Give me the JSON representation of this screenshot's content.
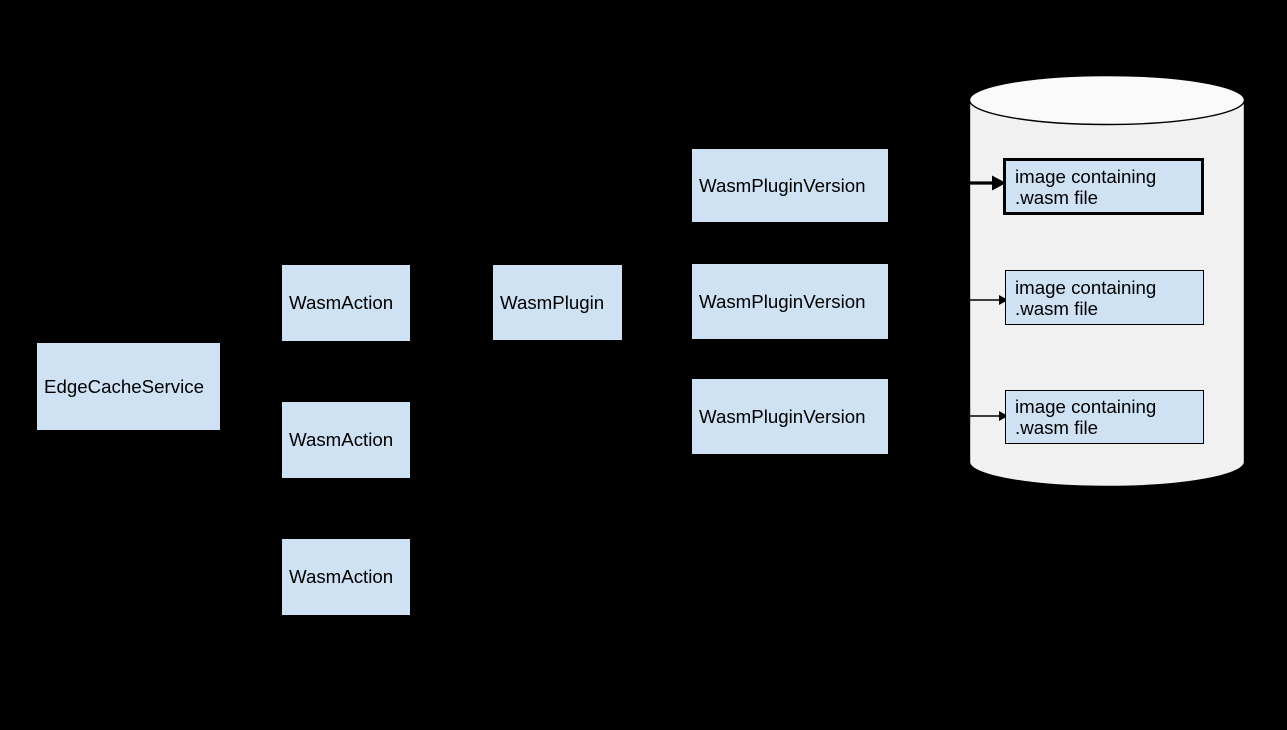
{
  "palette": {
    "background": "#000000",
    "node_fill": "#cfe2f3",
    "node_text": "#000000",
    "cylinder_body_fill": "#f1f1f1",
    "cylinder_top_fill": "#fafafa",
    "outline": "#000000"
  },
  "nodes": {
    "edge_cache_service": {
      "label": "EdgeCacheService"
    },
    "wasm_actions": [
      {
        "label": "WasmAction"
      },
      {
        "label": "WasmAction"
      },
      {
        "label": "WasmAction"
      }
    ],
    "wasm_plugin": {
      "label": "WasmPlugin"
    },
    "wasm_plugin_versions": [
      {
        "label": "WasmPluginVersion"
      },
      {
        "label": "WasmPluginVersion"
      },
      {
        "label": "WasmPluginVersion"
      }
    ]
  },
  "registry": {
    "shape": "cylinder",
    "images": [
      {
        "line1": "image containing",
        "line2": ".wasm file",
        "highlighted": true
      },
      {
        "line1": "image containing",
        "line2": ".wasm file",
        "highlighted": false
      },
      {
        "line1": "image containing",
        "line2": ".wasm file",
        "highlighted": false
      }
    ]
  }
}
